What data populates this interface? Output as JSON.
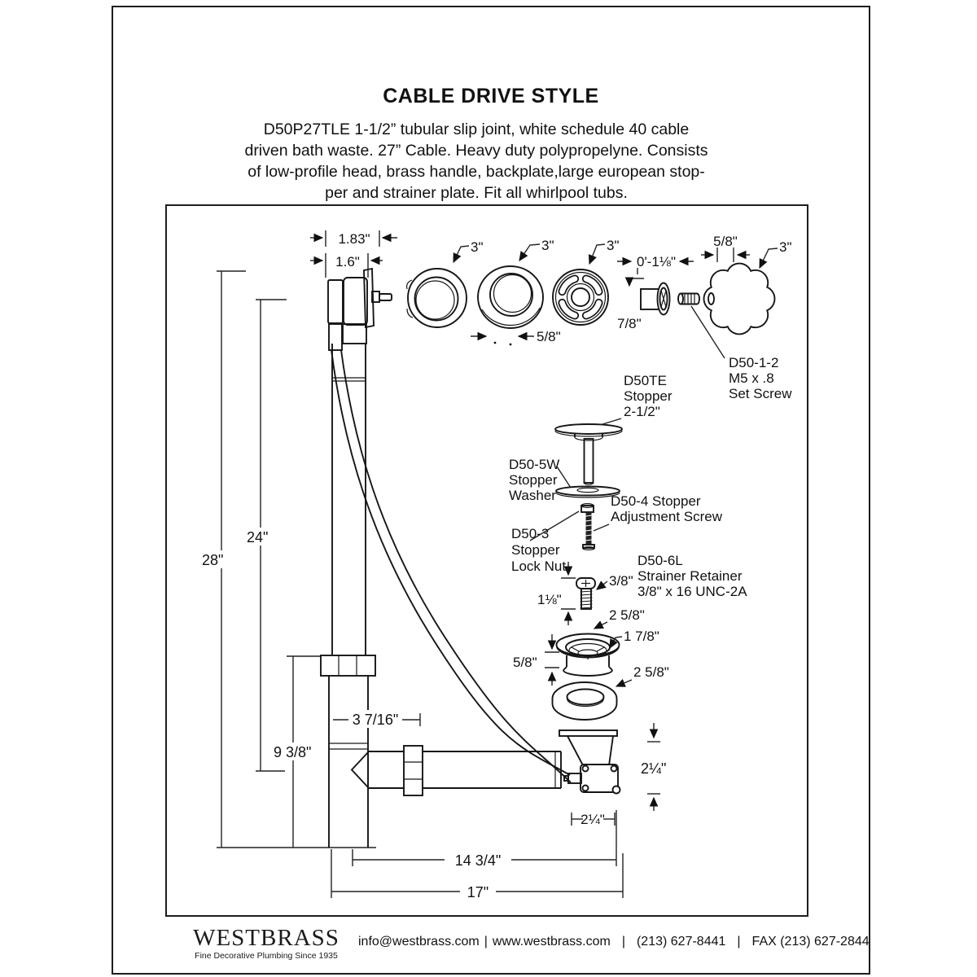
{
  "page": {
    "title": "CABLE DRIVE STYLE",
    "description": [
      "D50P27TLE  1-1/2” tubular slip joint, white schedule 40 cable",
      "driven bath waste. 27” Cable. Heavy duty polypropelyne. Consists",
      "of low-profile head, brass handle, backplate,large european stop-",
      "per and strainer plate. Fit all whirlpool tubs."
    ]
  },
  "diagram": {
    "dims": {
      "d183": "1.83\"",
      "d16": "1.6\"",
      "d3a": "3\"",
      "d3b": "3\"",
      "d3c": "3\"",
      "d3d": "3\"",
      "d58_faceplate": "5/8\"",
      "d0_118": "0'-1⅛\"",
      "d78": "7/8\"",
      "d58_knob": "5/8\"",
      "d28": "28\"",
      "d24": "24\"",
      "d118": "1⅛\"",
      "d38": "3/8\"",
      "d258_top": "2 5/8\"",
      "d178": "1 7/8\"",
      "d58_flange": "5/8\"",
      "d258_bottom": "2 5/8\"",
      "d3716": "3 7/16\"",
      "d938": "9 3/8\"",
      "d214_v": "2¼\"",
      "d214_h": "2¼\"",
      "d1434": "14  3/4\"",
      "d17": "17\""
    },
    "labels": {
      "set_screw": [
        "D50-1-2",
        "M5 x .8",
        "Set Screw"
      ],
      "stopper": [
        "D50TE",
        "Stopper",
        "2-1/2\""
      ],
      "stopper_washer": [
        "D50-5W",
        "Stopper",
        "Washer"
      ],
      "adjustment_screw": [
        "D50-4 Stopper",
        "Adjustment Screw"
      ],
      "lock_nut": [
        "D50-3",
        "Stopper",
        "Lock Nut"
      ],
      "strainer_retainer": [
        "D50-6L",
        "Strainer Retainer",
        "3/8\" x 16 UNC-2A"
      ]
    }
  },
  "footer": {
    "brand": "WESTBRASS",
    "tagline": "Fine Decorative Plumbing Since 1935",
    "email": "info@westbrass.com",
    "website": "www.westbrass.com",
    "phone": "(213) 627-8441",
    "fax": "FAX (213) 627-2844",
    "sep": "|"
  }
}
